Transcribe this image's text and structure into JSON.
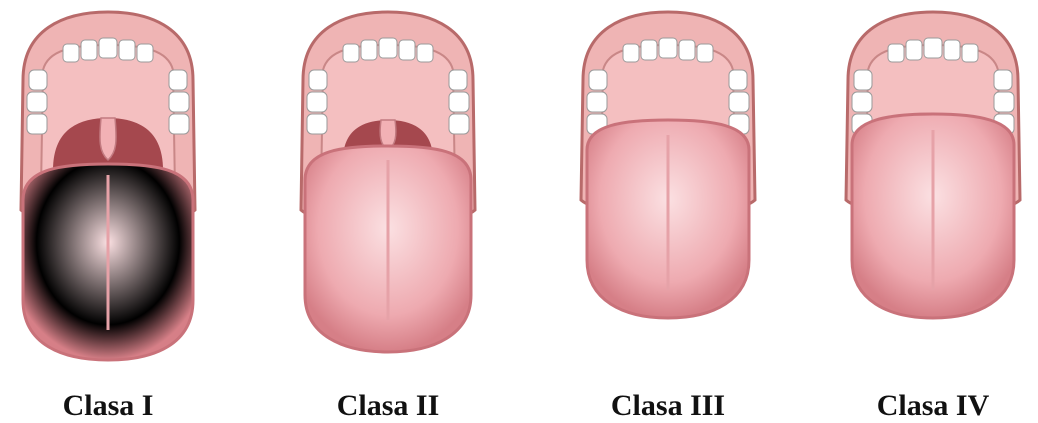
{
  "classes": [
    {
      "label": "Clasa I"
    },
    {
      "label": "Clasa II"
    },
    {
      "label": "Clasa III"
    },
    {
      "label": "Clasa IV"
    }
  ],
  "colors": {
    "gum": "#efb4b4",
    "lip_outline": "#b86a6a",
    "palate": "#f4bfc0",
    "throat": "#a5484e",
    "tongue_light": "#fbe0e2",
    "tongue": "#e99aa0",
    "tongue_edge": "#c9727a",
    "teeth": "#ffffff",
    "label_text": "#111111"
  }
}
